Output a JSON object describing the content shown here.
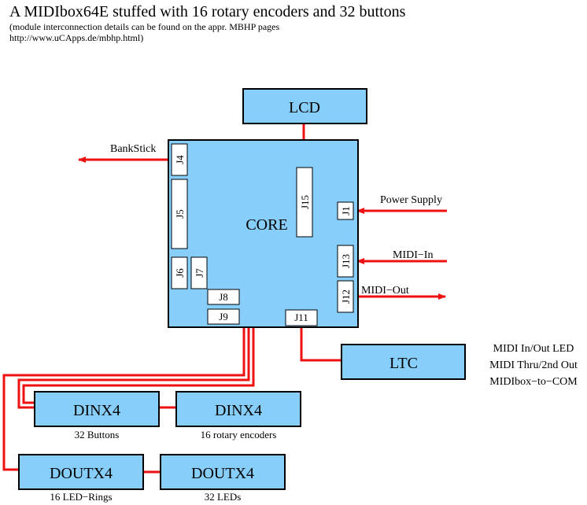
{
  "header": {
    "title": "A MIDIbox64E stuffed with 16 rotary encoders and 32 buttons",
    "note_line1": "(module interconnection details can be found on the appr. MBHP pages",
    "note_line2": "http://www.uCApps.de/mbhp.html)"
  },
  "modules": {
    "lcd": "LCD",
    "core": "CORE",
    "ltc": "LTC",
    "dinx4_buttons": "DINX4",
    "dinx4_encoders": "DINX4",
    "doutx4_rings": "DOUTX4",
    "doutx4_leds": "DOUTX4"
  },
  "connectors": {
    "j1": "J1",
    "j4": "J4",
    "j5": "J5",
    "j6": "J6",
    "j7": "J7",
    "j8": "J8",
    "j9": "J9",
    "j11": "J11",
    "j12": "J12",
    "j13": "J13",
    "j15": "J15"
  },
  "signals": {
    "bankstick": "BankStick",
    "power_supply": "Power Supply",
    "midi_in": "MIDI−In",
    "midi_out": "MIDI−Out"
  },
  "captions": {
    "buttons": "32 Buttons",
    "encoders": "16 rotary encoders",
    "rings": "16 LED−Rings",
    "leds": "32 LEDs"
  },
  "ltc_notes": {
    "line1": "MIDI In/Out LED",
    "line2": "MIDI Thru/2nd Out",
    "line3": "MIDIbox−to−COM"
  },
  "colors": {
    "module_fill": "#87cefa",
    "wire": "#ee1111"
  }
}
